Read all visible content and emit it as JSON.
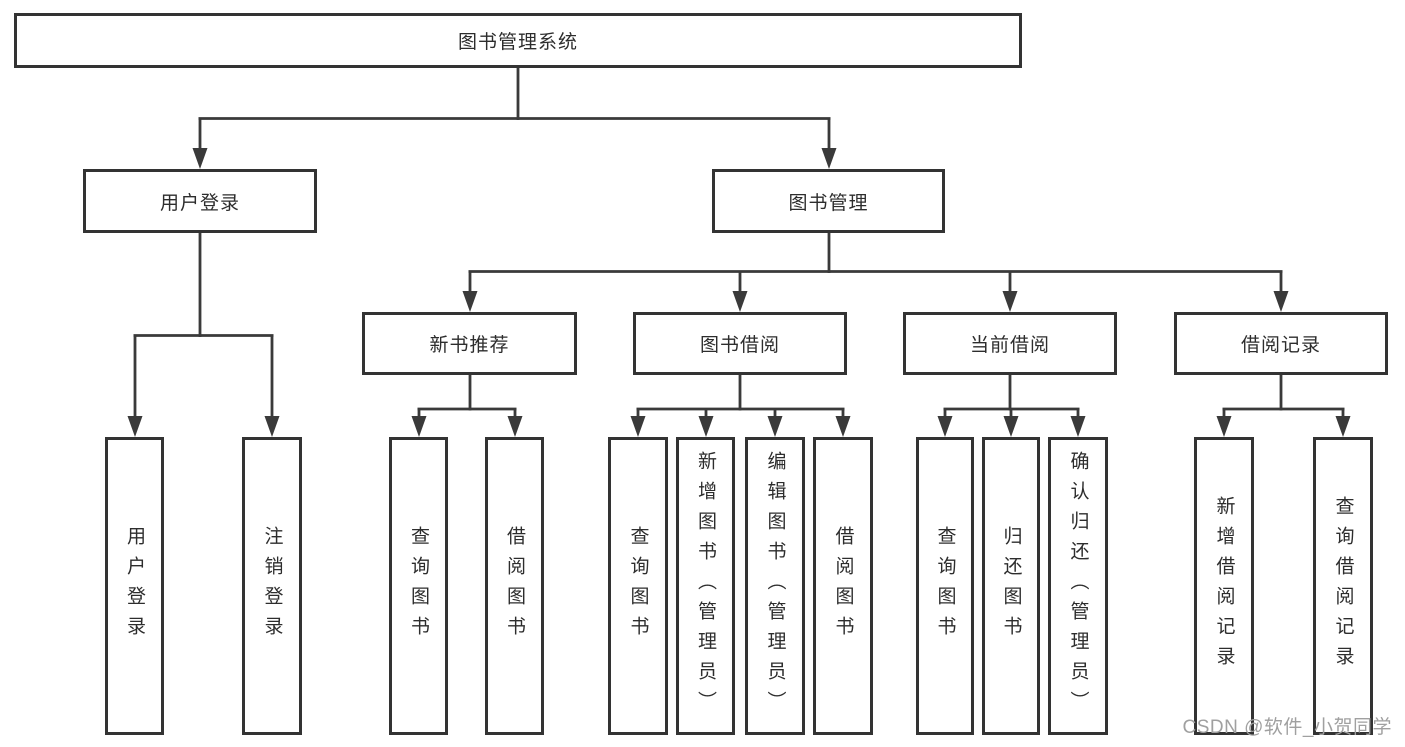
{
  "colors": {
    "line": "#3a3a3a",
    "box_border": "#333333",
    "text": "#2d2d2d",
    "watermark": "#a0a0a0",
    "background": "#ffffff"
  },
  "tree": {
    "root": {
      "label": "图书管理系统"
    },
    "branches": [
      {
        "label": "用户登录",
        "children": [
          {
            "label": "用户登录"
          },
          {
            "label": "注销登录"
          }
        ]
      },
      {
        "label": "图书管理",
        "modules": [
          {
            "label": "新书推荐",
            "children": [
              {
                "label": "查询图书"
              },
              {
                "label": "借阅图书"
              }
            ]
          },
          {
            "label": "图书借阅",
            "children": [
              {
                "label": "查询图书"
              },
              {
                "label": "新增图书（管理员）"
              },
              {
                "label": "编辑图书（管理员）"
              },
              {
                "label": "借阅图书"
              }
            ]
          },
          {
            "label": "当前借阅",
            "children": [
              {
                "label": "查询图书"
              },
              {
                "label": "归还图书"
              },
              {
                "label": "确认归还（管理员）"
              }
            ]
          },
          {
            "label": "借阅记录",
            "children": [
              {
                "label": "新增借阅记录"
              },
              {
                "label": "查询借阅记录"
              }
            ]
          }
        ]
      }
    ]
  },
  "watermark": "CSDN @软件_小贺同学"
}
